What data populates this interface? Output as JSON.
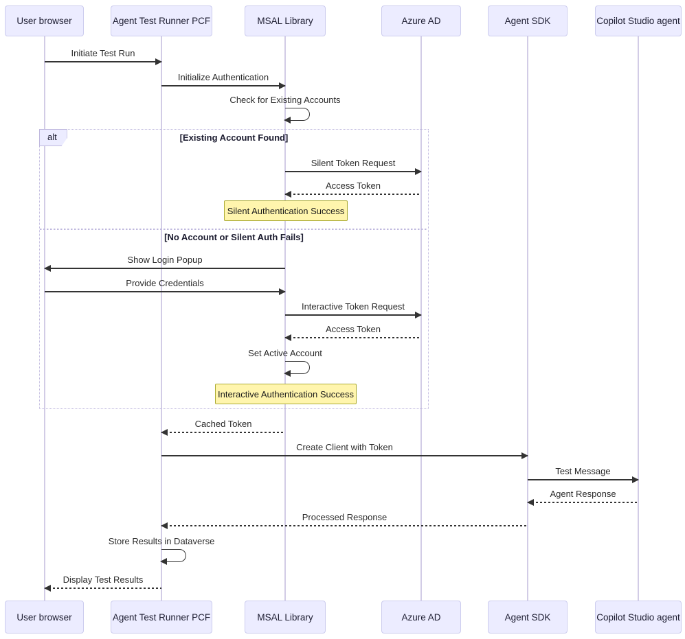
{
  "diagram_type": "sequence-diagram",
  "colors": {
    "actor_fill": "#ECECFF",
    "actor_border": "#CCCCEE",
    "note_fill": "#FFF5AD",
    "note_border": "#AAAA33",
    "line": "#333333",
    "lifeline": "#d2cce6",
    "frame_border": "#bfb8de",
    "text": "#2a2a2a"
  },
  "actors": [
    {
      "label": "User browser"
    },
    {
      "label": "Agent Test Runner PCF"
    },
    {
      "label": "MSAL Library"
    },
    {
      "label": "Azure AD"
    },
    {
      "label": "Agent SDK"
    },
    {
      "label": "Copilot Studio agent"
    }
  ],
  "frame": {
    "operator": "alt",
    "branch1_condition": "[Existing Account Found]",
    "branch2_condition": "[No Account or Silent Auth Fails]"
  },
  "messages": [
    {
      "label": "Initiate Test Run",
      "from": "User browser",
      "to": "Agent Test Runner PCF",
      "line": "solid"
    },
    {
      "label": "Initialize Authentication",
      "from": "Agent Test Runner PCF",
      "to": "MSAL Library",
      "line": "solid"
    },
    {
      "label": "Check for Existing Accounts",
      "from": "MSAL Library",
      "to": "MSAL Library",
      "line": "self"
    },
    {
      "label": "Silent Token Request",
      "from": "MSAL Library",
      "to": "Azure AD",
      "line": "solid"
    },
    {
      "label": "Access Token",
      "from": "Azure AD",
      "to": "MSAL Library",
      "line": "dashed"
    },
    {
      "label": "Show Login Popup",
      "from": "MSAL Library",
      "to": "User browser",
      "line": "solid"
    },
    {
      "label": "Provide Credentials",
      "from": "User browser",
      "to": "MSAL Library",
      "line": "solid"
    },
    {
      "label": "Interactive Token Request",
      "from": "MSAL Library",
      "to": "Azure AD",
      "line": "solid"
    },
    {
      "label": "Access Token",
      "from": "Azure AD",
      "to": "MSAL Library",
      "line": "dashed"
    },
    {
      "label": "Set Active Account",
      "from": "MSAL Library",
      "to": "MSAL Library",
      "line": "self"
    },
    {
      "label": "Cached Token",
      "from": "MSAL Library",
      "to": "Agent Test Runner PCF",
      "line": "dashed"
    },
    {
      "label": "Create Client with Token",
      "from": "Agent Test Runner PCF",
      "to": "Agent SDK",
      "line": "solid"
    },
    {
      "label": "Test Message",
      "from": "Agent SDK",
      "to": "Copilot Studio agent",
      "line": "solid"
    },
    {
      "label": "Agent Response",
      "from": "Copilot Studio agent",
      "to": "Agent SDK",
      "line": "dashed"
    },
    {
      "label": "Processed Response",
      "from": "Agent SDK",
      "to": "Agent Test Runner PCF",
      "line": "dashed"
    },
    {
      "label": "Store Results in Dataverse",
      "from": "Agent Test Runner PCF",
      "to": "Agent Test Runner PCF",
      "line": "self"
    },
    {
      "label": "Display Test Results",
      "from": "Agent Test Runner PCF",
      "to": "User browser",
      "line": "dashed"
    }
  ],
  "notes": [
    {
      "label": "Silent Authentication Success"
    },
    {
      "label": "Interactive Authentication Success"
    }
  ]
}
